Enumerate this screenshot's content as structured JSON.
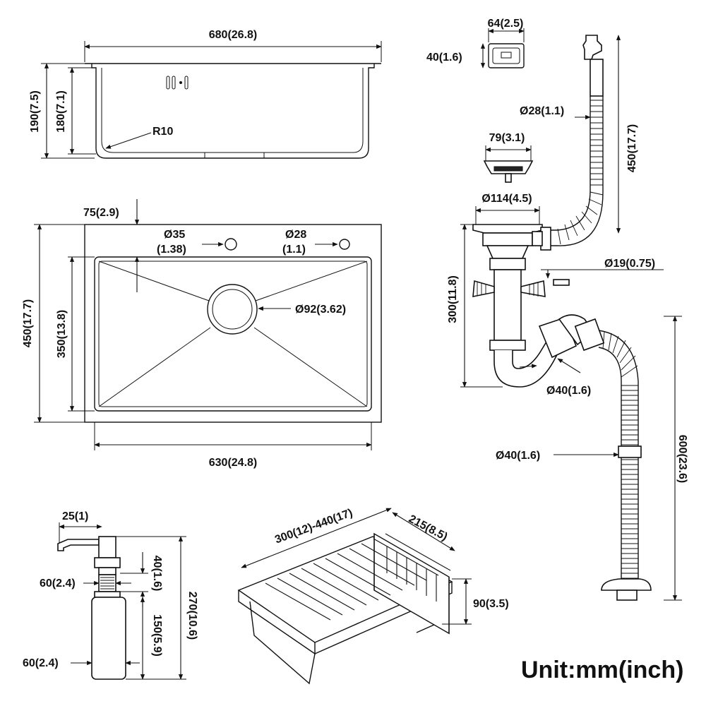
{
  "dims": {
    "top_width": "680(26.8)",
    "depth_outer": "190(7.5)",
    "depth_inner": "180(7.1)",
    "corner_radius": "R10",
    "tap_offset": "75(2.9)",
    "hole_35_a": "Ø35",
    "hole_35_b": "1.38)",
    "hole_35_paren": "(",
    "hole_28_a": "Ø28",
    "hole_28_b": "(1.1)",
    "drain_dia": "Ø92(3.62)",
    "outer_height": "450(17.7)",
    "inner_height": "350(13.8)",
    "inner_width": "630(24.8)",
    "overflow_w": "64(2.5)",
    "overflow_h": "40(1.6)",
    "hose_dia": "Ø28(1.1)",
    "hose_len": "450(17.7)",
    "strainer_dia": "79(3.1)",
    "flange_dia": "Ø114(4.5)",
    "side_inlet": "Ø19(0.75)",
    "trap_height": "300(11.8)",
    "trap_dia": "Ø40(1.6)",
    "drain_pipe_dia": "Ø40(1.6)",
    "drain_pipe_len": "600(23.6)",
    "disp_nozzle": "25(1)",
    "disp_collar": "60(2.4)",
    "disp_nut": "40(1.6)",
    "disp_total": "270(10.6)",
    "disp_bottle": "150(5.9)",
    "disp_base": "60(2.4)",
    "basket_len": "300(12)-440(17)",
    "basket_w": "215(8.5)",
    "basket_h": "90(3.5)",
    "unit_label": "Unit:mm(inch)"
  }
}
